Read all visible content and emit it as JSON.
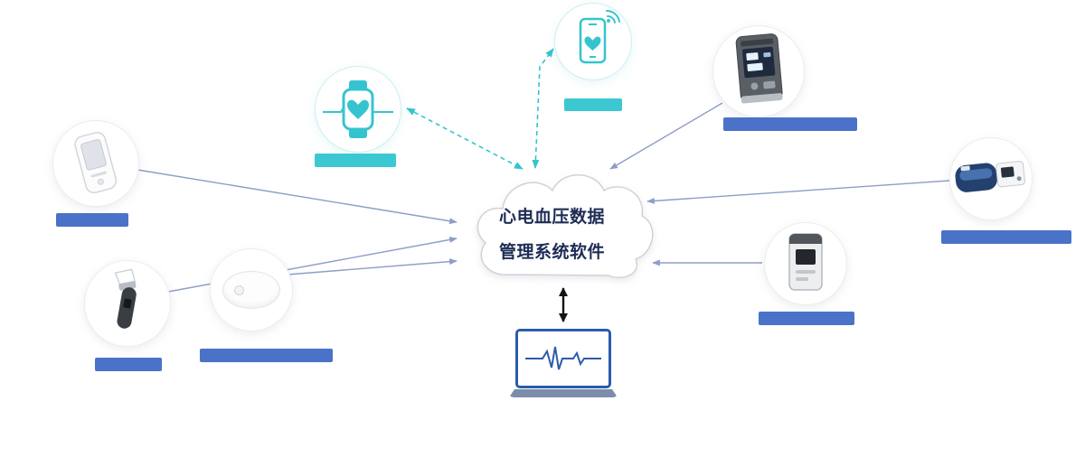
{
  "cloud": {
    "line1": "心电血压数据",
    "line2": "管理系统软件"
  },
  "colors": {
    "teal_accent": "#35c4cf",
    "teal_label_bar": "#3cc8d2",
    "blue_label_bar": "#4a72c8",
    "solid_connector": "#8f9dc7",
    "dashed_connector": "#35c4cf",
    "cloud_text": "#1e2c55",
    "laptop_blue": "#2b5cab",
    "center_arrow": "#141414"
  },
  "nodes": [
    {
      "id": "handheld-ecg-device",
      "icon": "handheld-ecg-device-icon",
      "label_style": "blue"
    },
    {
      "id": "ear-probe-device",
      "icon": "ear-probe-device-icon",
      "label_style": "blue"
    },
    {
      "id": "oval-patch-device",
      "icon": "oval-patch-device-icon",
      "label_style": "blue"
    },
    {
      "id": "smart-watch",
      "icon": "smartwatch-heart-icon",
      "label_style": "teal"
    },
    {
      "id": "smart-phone",
      "icon": "smartphone-heart-wifi-icon",
      "label_style": "teal"
    },
    {
      "id": "bp-monitor-device",
      "icon": "bp-monitor-icon",
      "label_style": "blue"
    },
    {
      "id": "ambulatory-bp-device",
      "icon": "bp-cuff-and-recorder-icon",
      "label_style": "blue"
    },
    {
      "id": "holter-recorder-device",
      "icon": "holter-recorder-icon",
      "label_style": "blue"
    },
    {
      "id": "pc-client",
      "icon": "laptop-ecg-icon"
    }
  ]
}
